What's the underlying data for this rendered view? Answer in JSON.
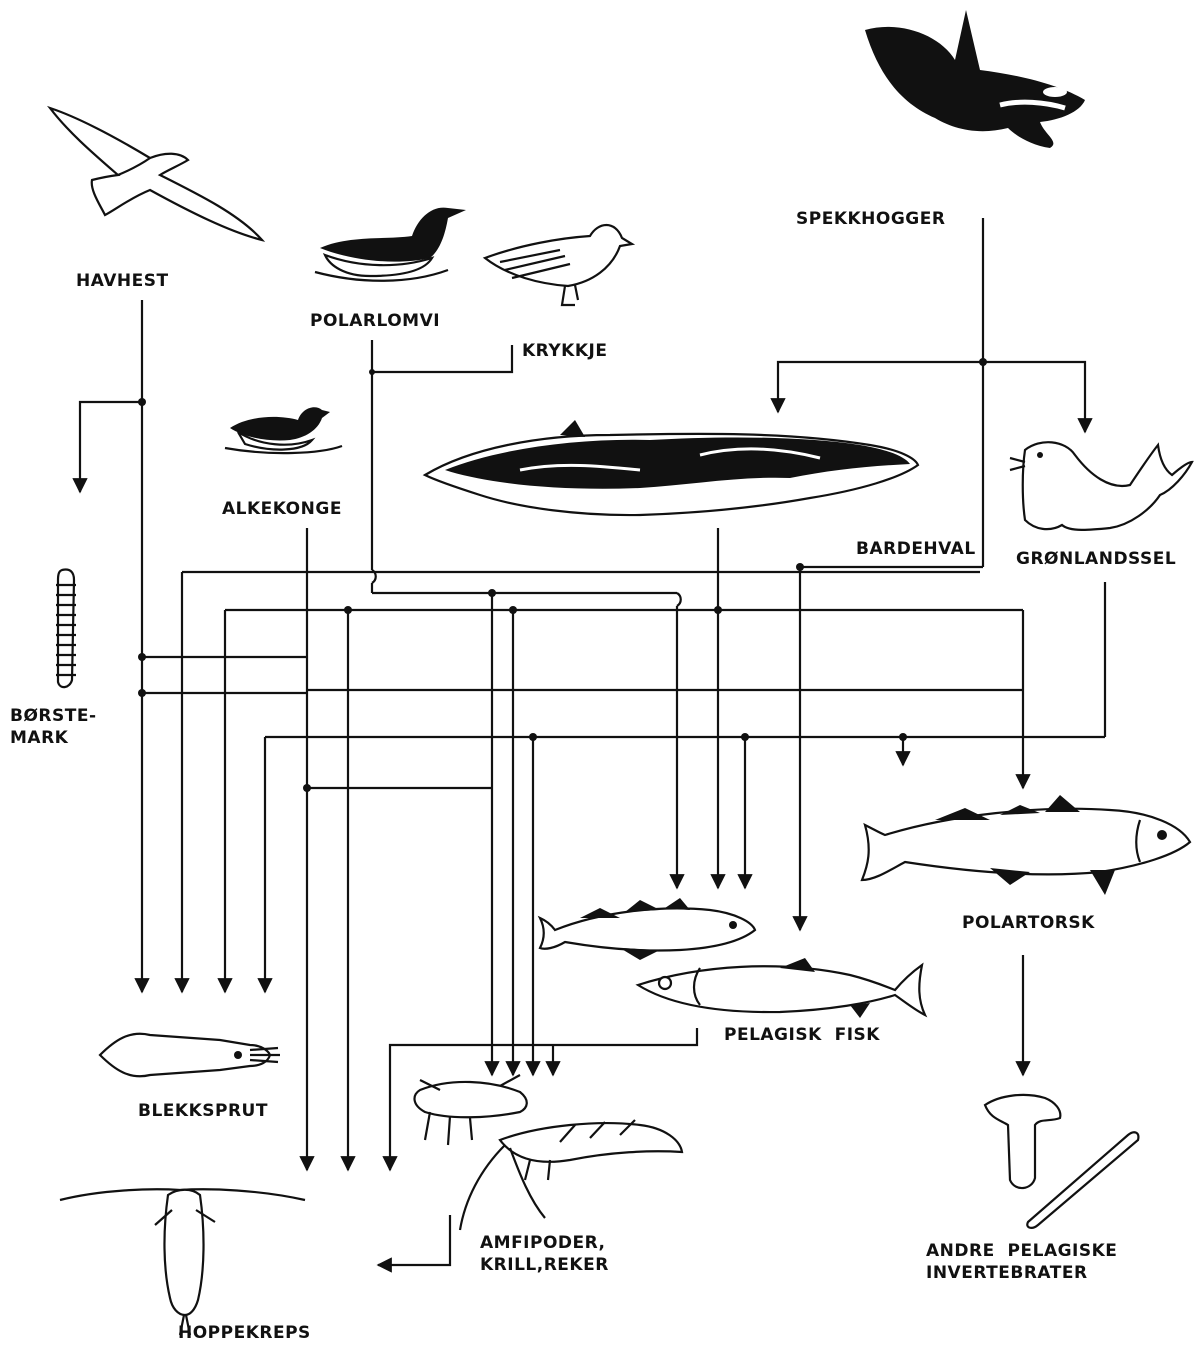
{
  "organisms": {
    "havhest": "HAVHEST",
    "polarlomvi": "POLARLOMVI",
    "krykkje": "KRYKKJE",
    "spekkhogger": "SPEKKHOGGER",
    "alkekonge": "ALKEKONGE",
    "bardehval": "BARDEHVAL",
    "gronlandssel": "GRØNLANDSSEL",
    "borstemark": "BØRSTE-\nMARK",
    "polartorsk": "POLARTORSK",
    "pelagisk_fisk": "PELAGISK  FISK",
    "blekksprut": "BLEKKSPRUT",
    "amfipoder": "AMFIPODER,\nKRILL,REKER",
    "andre_invertebrater": "ANDRE  PELAGISKE\nINVERTEBRATER",
    "hoppekreps": "HOPPEKREPS"
  },
  "icons": {
    "havhest": "fulmar-icon",
    "polarlomvi": "guillemot-icon",
    "krykkje": "kittiwake-icon",
    "spekkhogger": "orca-icon",
    "alkekonge": "little-auk-icon",
    "bardehval": "baleen-whale-icon",
    "gronlandssel": "harp-seal-icon",
    "borstemark": "bristle-worm-icon",
    "polartorsk": "polar-cod-icon",
    "pelagisk_fisk": "pelagic-fish-icon",
    "blekksprut": "squid-icon",
    "amfipoder": "krill-icon",
    "andre_invertebrater": "invertebrate-icon",
    "hoppekreps": "copepod-icon"
  }
}
